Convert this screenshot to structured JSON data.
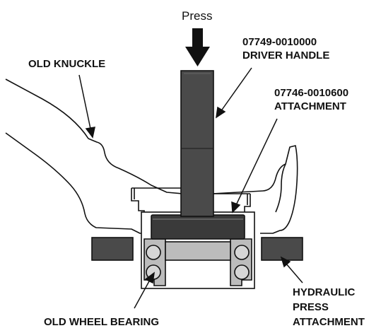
{
  "labels": {
    "press": "Press",
    "driver_handle_part": "07749-0010000",
    "driver_handle_name": "DRIVER HANDLE",
    "old_knuckle": "OLD KNUCKLE",
    "attachment_part": "07746-0010600",
    "attachment_name": "ATTACHMENT",
    "old_wheel_bearing": "OLD WHEEL BEARING",
    "hydraulic_line1": "HYDRAULIC",
    "hydraulic_line2": "PRESS",
    "hydraulic_line3": "ATTACHMENT"
  },
  "colors": {
    "tool_dark": "#4a4a4a",
    "tool_darker": "#3a3a3a",
    "bearing_gray": "#bcbcbc",
    "ball_gray": "#d6d6d6",
    "line": "#111111"
  }
}
